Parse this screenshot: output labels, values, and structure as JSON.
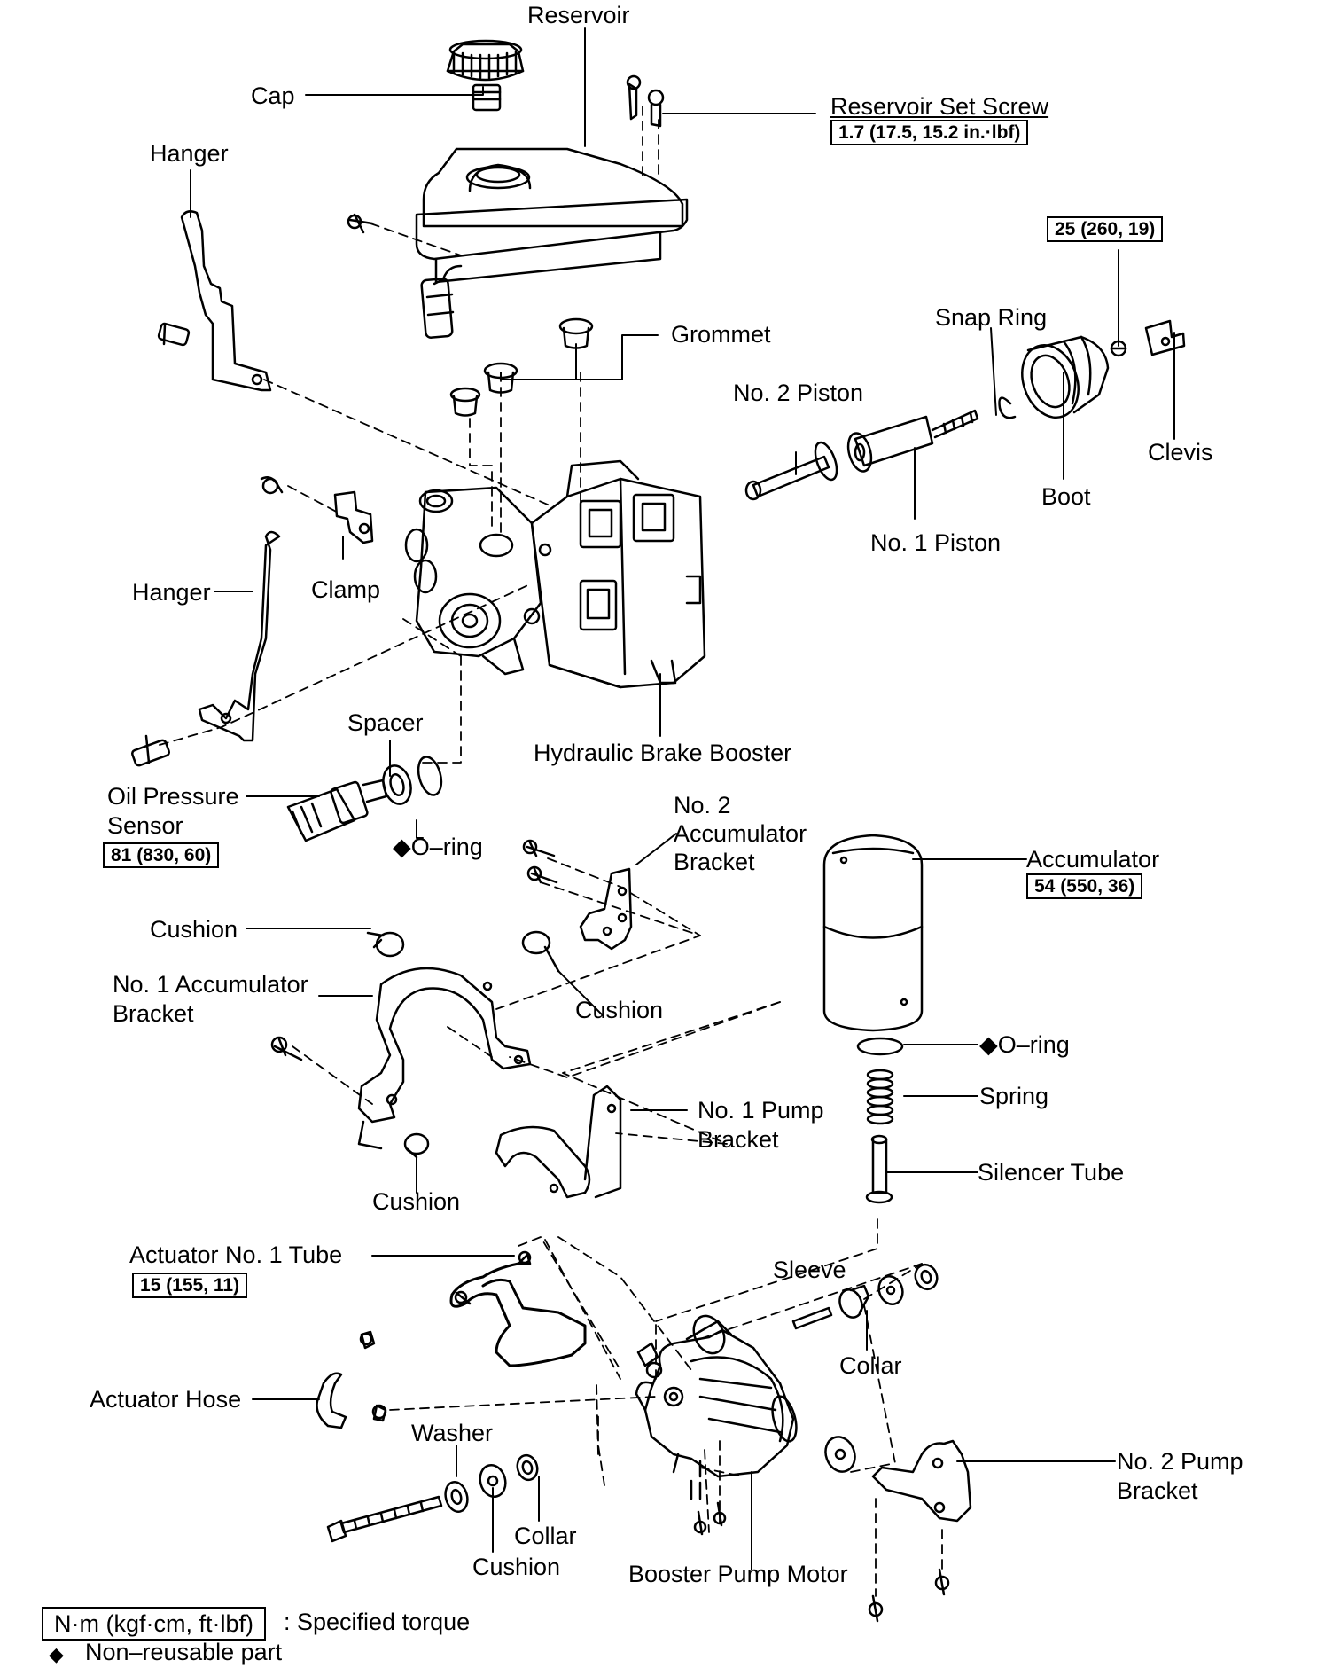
{
  "labels": {
    "reservoir": "Reservoir",
    "cap": "Cap",
    "reservoir_set_screw": "Reservoir Set Screw",
    "hanger_top": "Hanger",
    "grommet": "Grommet",
    "snap_ring": "Snap Ring",
    "no2_piston": "No. 2 Piston",
    "clevis": "Clevis",
    "boot": "Boot",
    "no1_piston": "No. 1 Piston",
    "hanger_mid": "Hanger",
    "clamp": "Clamp",
    "spacer": "Spacer",
    "hydraulic_brake_booster": "Hydraulic Brake Booster",
    "oil_pressure_sensor_1": "Oil Pressure",
    "oil_pressure_sensor_2": "Sensor",
    "o_ring_1": "◆O–ring",
    "no2_accumulator_bracket_1": "No. 2",
    "no2_accumulator_bracket_2": "Accumulator",
    "no2_accumulator_bracket_3": "Bracket",
    "accumulator": "Accumulator",
    "cushion_1": "Cushion",
    "no1_accumulator_bracket_1": "No. 1 Accumulator",
    "no1_accumulator_bracket_2": "Bracket",
    "cushion_2": "Cushion",
    "o_ring_2": "◆O–ring",
    "spring": "Spring",
    "no1_pump_bracket_1": "No. 1 Pump",
    "no1_pump_bracket_2": "Bracket",
    "silencer_tube": "Silencer Tube",
    "cushion_3": "Cushion",
    "actuator_no1_tube": "Actuator No. 1 Tube",
    "sleeve": "Sleeve",
    "collar_1": "Collar",
    "actuator_hose": "Actuator Hose",
    "washer": "Washer",
    "no2_pump_bracket_1": "No. 2 Pump",
    "no2_pump_bracket_2": "Bracket",
    "collar_2": "Collar",
    "cushion_4": "Cushion",
    "booster_pump_motor": "Booster Pump Motor"
  },
  "torques": {
    "reservoir_set_screw": "1.7 (17.5, 15.2 in.·lbf)",
    "clevis": "25 (260, 19)",
    "oil_pressure_sensor": "81 (830, 60)",
    "accumulator": "54 (550, 36)",
    "actuator_no1_tube": "15 (155, 11)"
  },
  "legend": {
    "torque_unit": "N·m (kgf·cm, ft·lbf)",
    "torque_desc": ": Specified torque",
    "nonreusable_symbol": "◆",
    "nonreusable_desc": "Non–reusable part"
  }
}
